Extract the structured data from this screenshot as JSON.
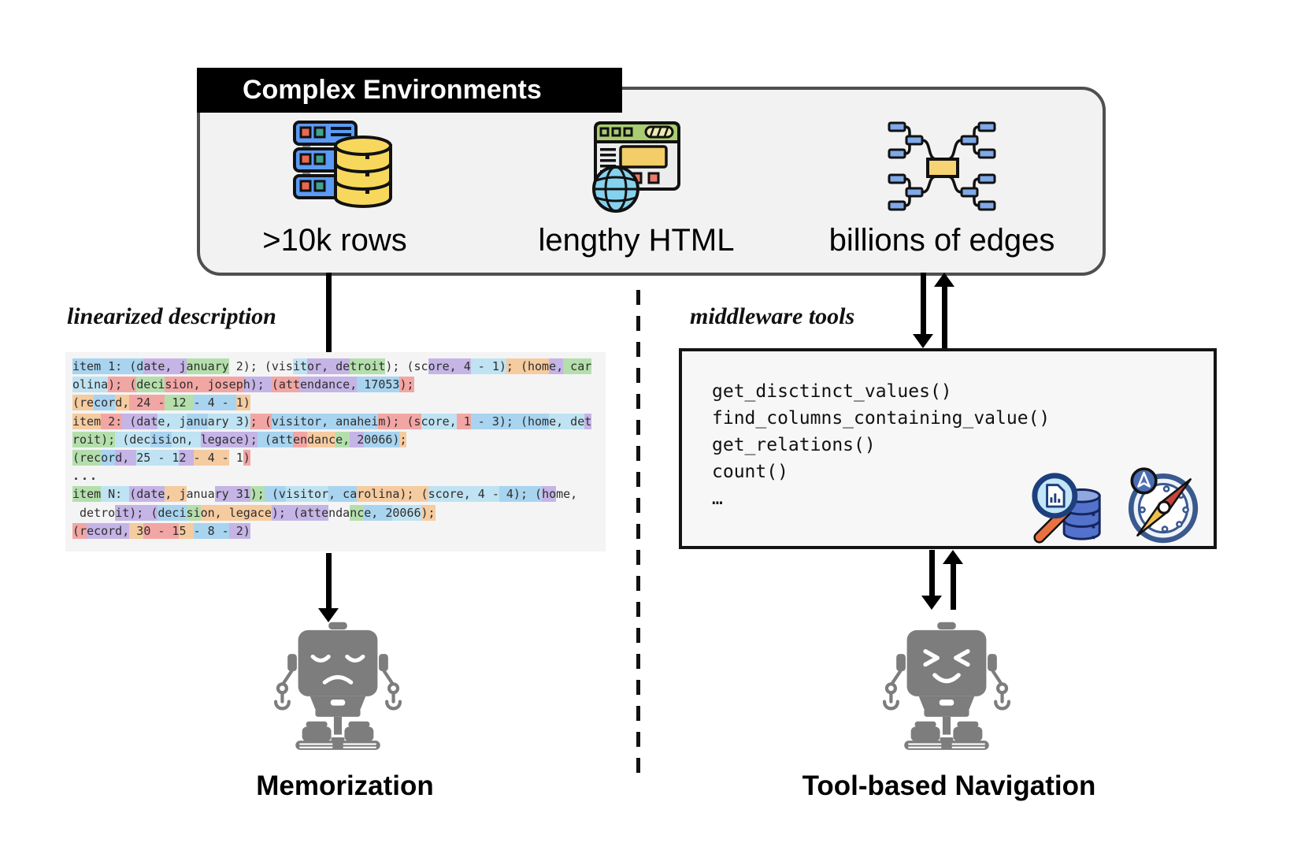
{
  "env": {
    "title": "Complex Environments",
    "items": [
      {
        "label": ">10k rows",
        "icon": "database-servers-icon"
      },
      {
        "label": "lengthy HTML",
        "icon": "browser-globe-icon"
      },
      {
        "label": "billions of edges",
        "icon": "knowledge-graph-icon"
      }
    ]
  },
  "left": {
    "caption": "linearized description",
    "lines": [
      "item 1: (date, january 2); (visitor, detroit); (score, 4 - 1); (home, car",
      "olina); (decision, joseph); (attendance, 17053);",
      "(record, 24 - 12 - 4 - 1)",
      "item 2: (date, january 3); (visitor, anaheim); (score, 1 - 3); (home, det",
      "roit); (decision, legace); (attendance, 20066);",
      "(record, 25 - 12 - 4 - 1)",
      "...",
      "item N: (date, january 31); (visitor, carolina); (score, 4 - 4); (home,",
      " detroit); (decision, legace); (attendance, 20066);",
      "(record, 30 - 15 - 8 - 2)"
    ],
    "label": "Memorization"
  },
  "right": {
    "caption": "middleware tools",
    "tools": [
      "get_disctinct_values()",
      "find_columns_containing_value()",
      "get_relations()",
      "count()",
      "…"
    ],
    "label": "Tool-based Navigation"
  },
  "colors": {
    "highlight_palette": [
      "#c5b4e6",
      "#b4dfac",
      "#f2a6a4",
      "#a8d4f0",
      "#f5cba0",
      "#bfe3f2"
    ],
    "env_box_bg": "#f2f2f3",
    "env_header_bg": "#000000",
    "tools_box_bg": "#f7f7f7",
    "robot_gray": "#7d7d7d"
  }
}
